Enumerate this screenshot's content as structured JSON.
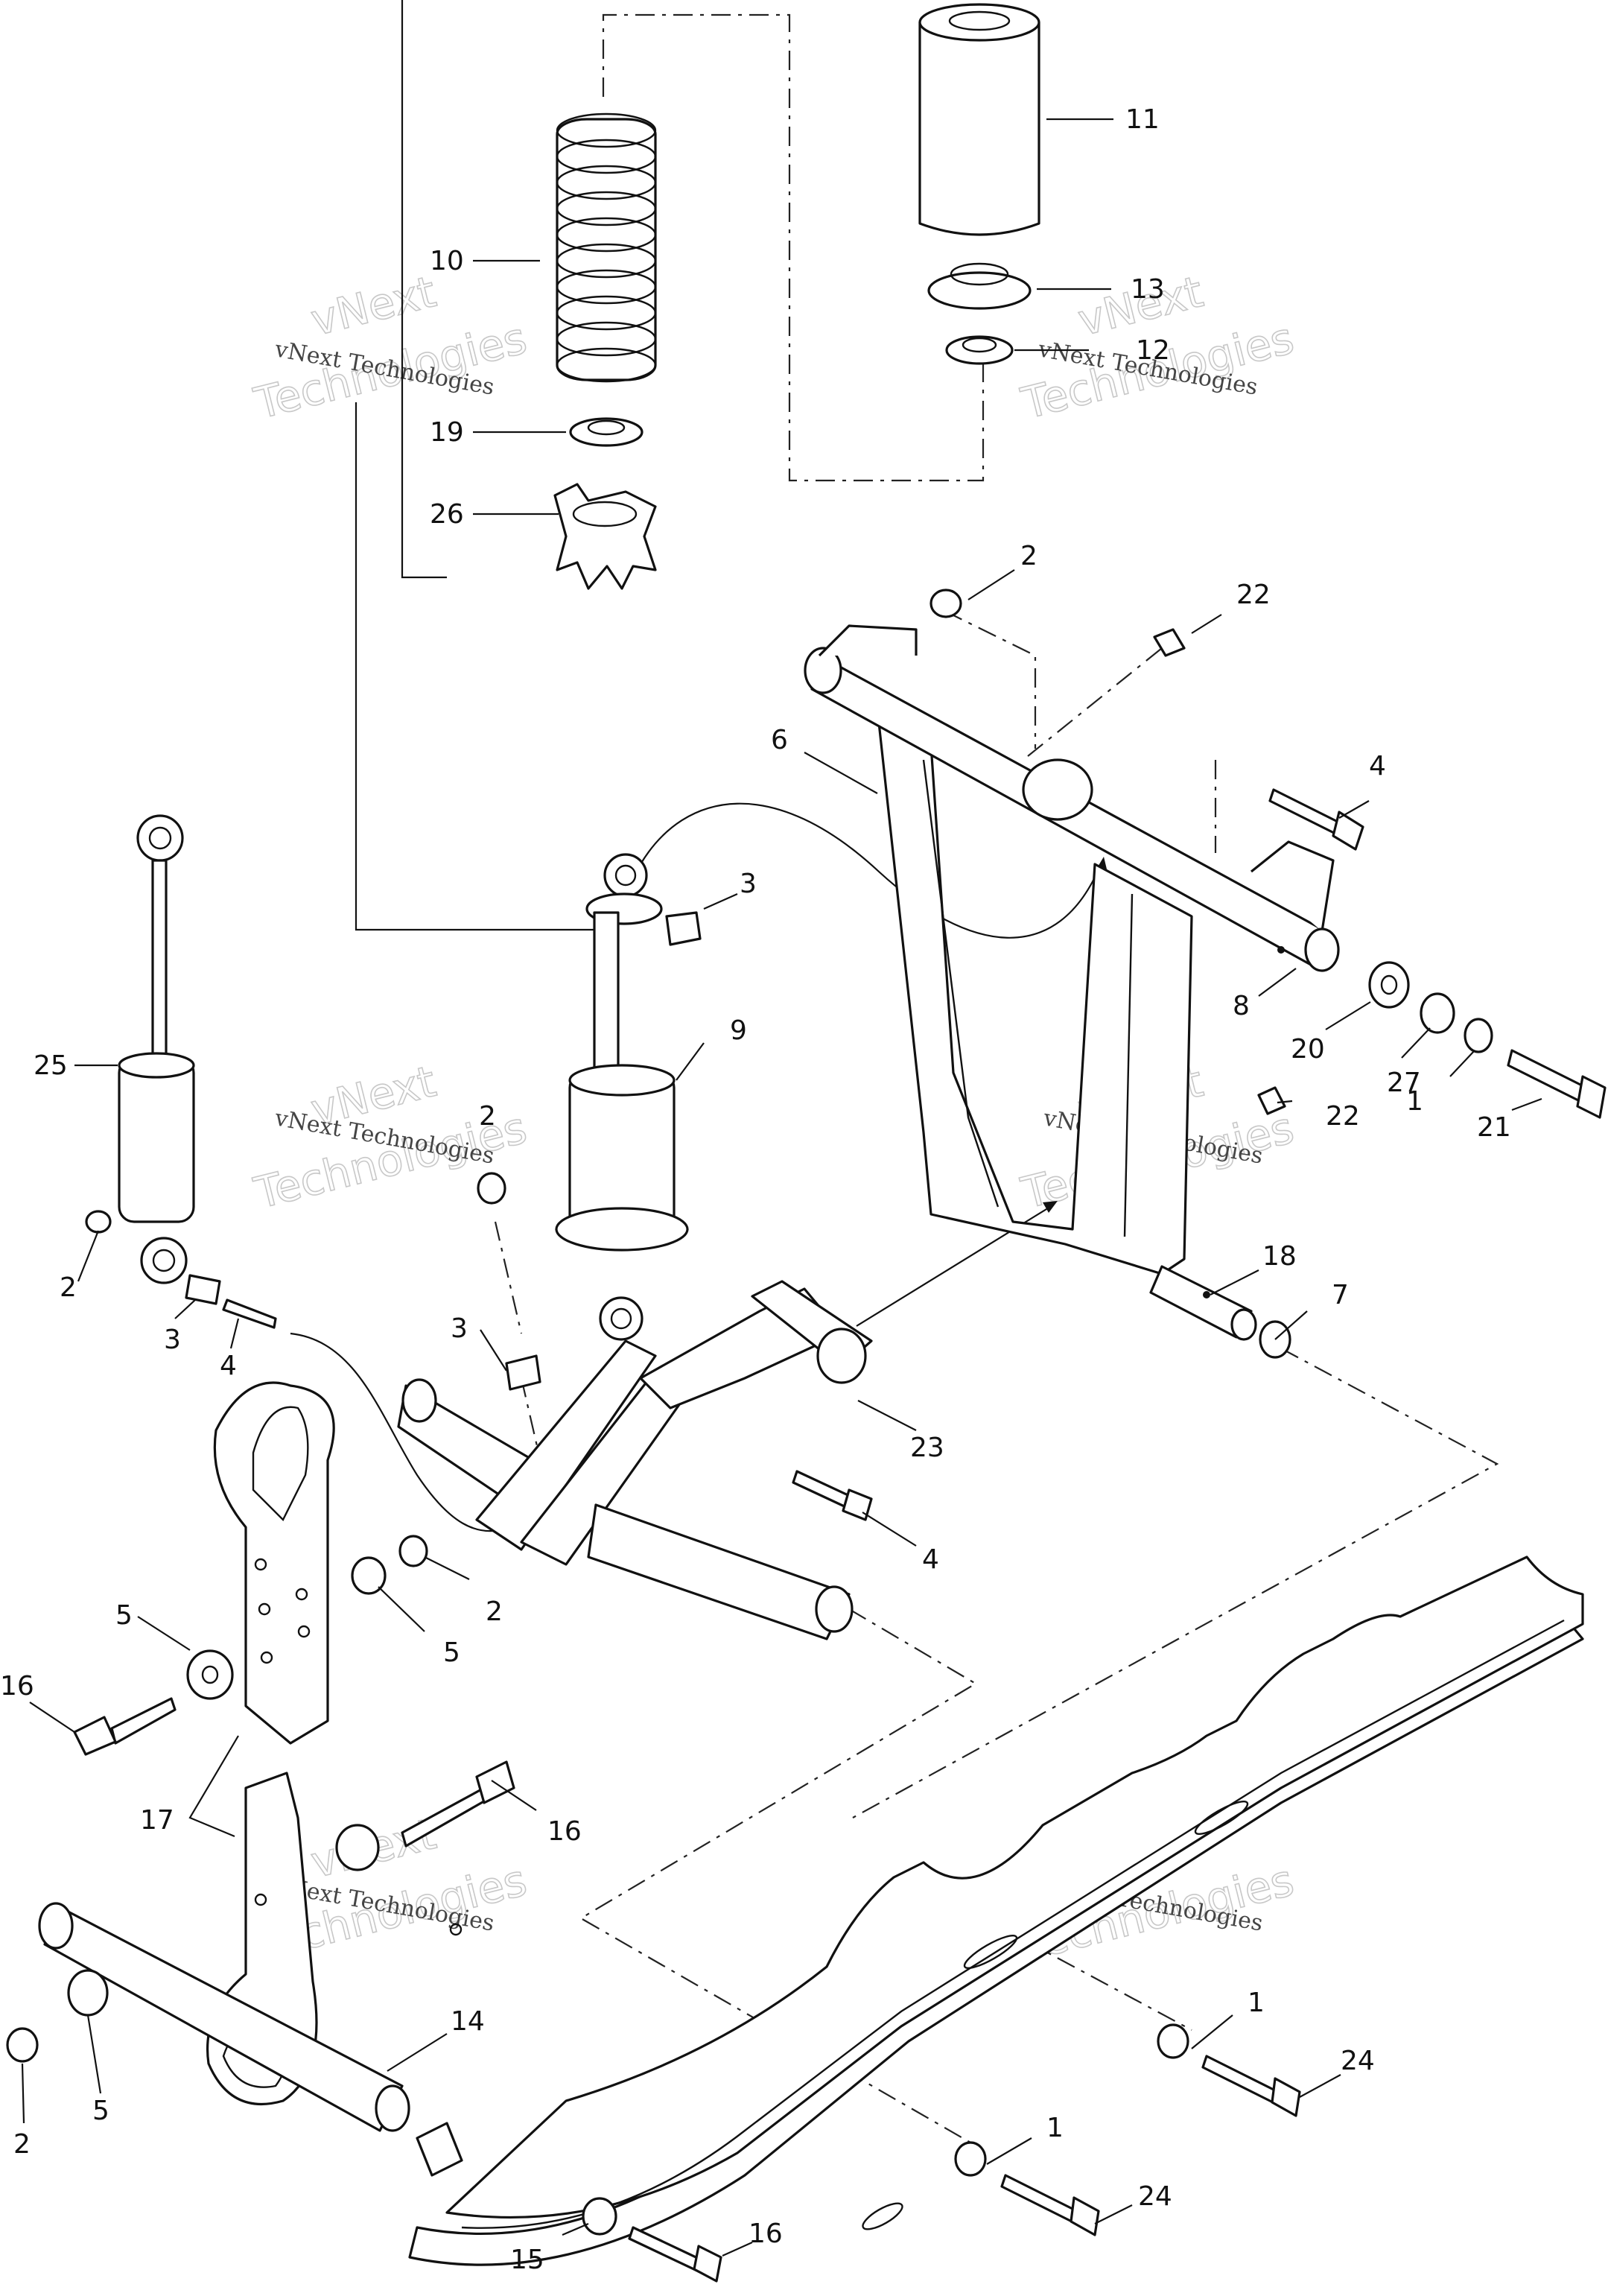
{
  "watermark": {
    "line1": "vNext",
    "line2": "vNext Technologies",
    "line3": "Technologies"
  },
  "callouts": [
    "1",
    "1",
    "1",
    "2",
    "2",
    "2",
    "2",
    "2",
    "3",
    "3",
    "3",
    "4",
    "4",
    "4",
    "5",
    "5",
    "5",
    "5",
    "6",
    "7",
    "8",
    "9",
    "10",
    "11",
    "12",
    "13",
    "14",
    "15",
    "16",
    "16",
    "16",
    "17",
    "18",
    "19",
    "20",
    "21",
    "22",
    "22",
    "23",
    "24",
    "24",
    "25",
    "26",
    "27"
  ]
}
